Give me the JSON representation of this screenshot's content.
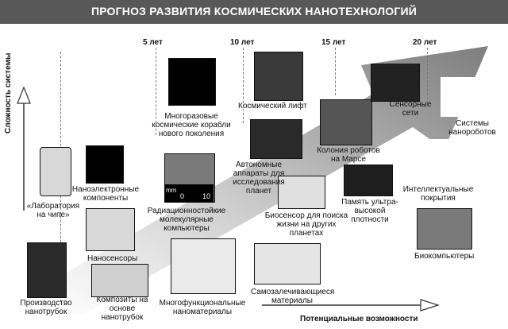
{
  "title": "ПРОГНОЗ РАЗВИТИЯ КОСМИЧЕСКИХ НАНОТЕХНОЛОГИЙ",
  "axes": {
    "y_label": "Сложность системы",
    "x_label": "Потенциальные возможности"
  },
  "years": [
    "5 лет",
    "10 лет",
    "15 лет",
    "20 лет"
  ],
  "items": {
    "lab_on_chip": "«Лаборатория на чипе»",
    "nanoelectronic": "Наноэлектронные компоненты",
    "nanosensors": "Наносенсоры",
    "nanotubes": "Производство нанотрубок",
    "composites": "Композиты на основе нанотрубок",
    "reusable_ships": "Многоразовые космические корабли нового поколения",
    "radiation": "Радиационностойкие молекулярные компьютеры",
    "multifunctional": "Многофункциональные наноматериалы",
    "space_elevator": "Космический лифт",
    "autonomous": "Автономные аппараты для исследования планет",
    "biosensor": "Биосенсор для поиска жизни на других планетах",
    "self_healing": "Самозалечивающиеся материалы",
    "robot_colony": "Колония роботов на Марсе",
    "memory": "Память ультра-высокой плотности",
    "sensor_networks": "Сенсорные сети",
    "nanorobots": "Системы нанороботов",
    "intelligent": "Интеллектуальные покрытия",
    "biocomputers": "Биокомпьютеры"
  },
  "ruler": {
    "left": "0",
    "right": "10",
    "unit": "mm"
  },
  "colors": {
    "title_bg": "#585858",
    "arrow_fill": "#9a9a9a",
    "text": "#111111"
  }
}
